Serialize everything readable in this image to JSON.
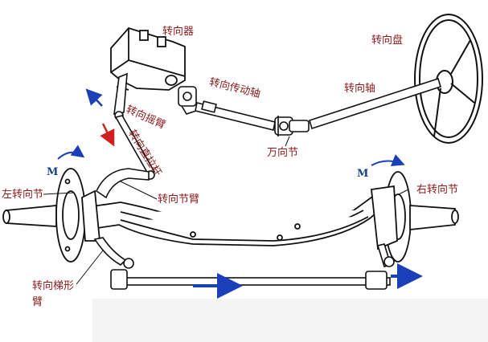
{
  "labels": {
    "steering_gear": "转向器",
    "steering_wheel": "转向盘",
    "steering_shaft": "转向轴",
    "steering_drive_shaft": "转向传动轴",
    "universal_joint": "万向节",
    "pitman_arm": "转向摇臂",
    "drag_link": "转向直拉杆",
    "knuckle_arm": "转向节臂",
    "left_knuckle": "左转向节",
    "right_knuckle": "右转向节",
    "trapezoid_arm_line1": "转向梯形",
    "trapezoid_arm_line2": "臂",
    "moment_left": "M",
    "moment_right": "M"
  },
  "colors": {
    "label_text": "#8b1a1a",
    "arrow_blue": "#1b3fb8",
    "arrow_red": "#d22020",
    "line_art": "#111111"
  }
}
